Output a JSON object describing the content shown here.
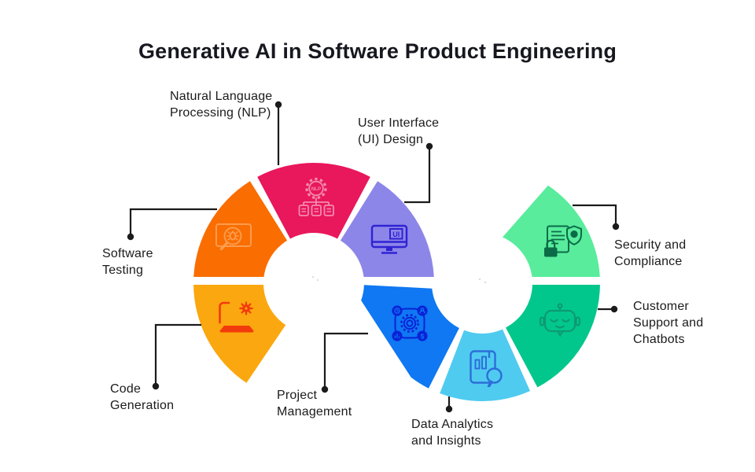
{
  "title": "Generative AI in Software Product Engineering",
  "colors": {
    "background": "#ffffff",
    "title_text": "#17171F",
    "label_text": "#1B1B1B",
    "connector": "#1B1B1B",
    "segments": {
      "nlp": "#E9175C",
      "ui_design": "#8D86E9",
      "software_testing": "#FA6D01",
      "code_generation": "#FBA70F",
      "project_management": "#0F78F2",
      "data_analytics": "#4FCBF0",
      "customer_support": "#02C78C",
      "security_compliance": "#58EC9C"
    },
    "icons": {
      "nlp": "#F48BB0",
      "ui_design": "#2F23D2",
      "software_testing": "#FC9C4D",
      "code_generation": "#F23B0C",
      "project_management": "#0A23D8",
      "data_analytics": "#2C6ED8",
      "customer_support": "#0C9B72",
      "security_compliance": "#0C6B47"
    }
  },
  "items": [
    {
      "id": "nlp",
      "icon": "nlp-gear-documents-icon",
      "icon_text": "NLP",
      "lines": [
        "Natural Language",
        "Processing (NLP)"
      ]
    },
    {
      "id": "ui-design",
      "icon": "ui-monitor-icon",
      "icon_text": "UI",
      "lines": [
        "User Interface",
        "(UI) Design"
      ]
    },
    {
      "id": "software-testing",
      "icon": "bug-magnifier-monitor-icon",
      "lines": [
        "Software",
        "Testing"
      ]
    },
    {
      "id": "code-generation",
      "icon": "laptop-gear-icon",
      "lines": [
        "Code",
        "Generation"
      ]
    },
    {
      "id": "project-management",
      "icon": "gears-workflow-icon",
      "lines": [
        "Project",
        "Management"
      ]
    },
    {
      "id": "data-analytics",
      "icon": "chart-report-magnifier-icon",
      "lines": [
        "Data Analytics",
        "and Insights"
      ]
    },
    {
      "id": "customer-support",
      "icon": "chatbot-robot-icon",
      "lines": [
        "Customer",
        "Support and",
        "Chatbots"
      ]
    },
    {
      "id": "security-compliance",
      "icon": "shield-document-lock-icon",
      "lines": [
        "Security and",
        "Compliance"
      ]
    }
  ]
}
